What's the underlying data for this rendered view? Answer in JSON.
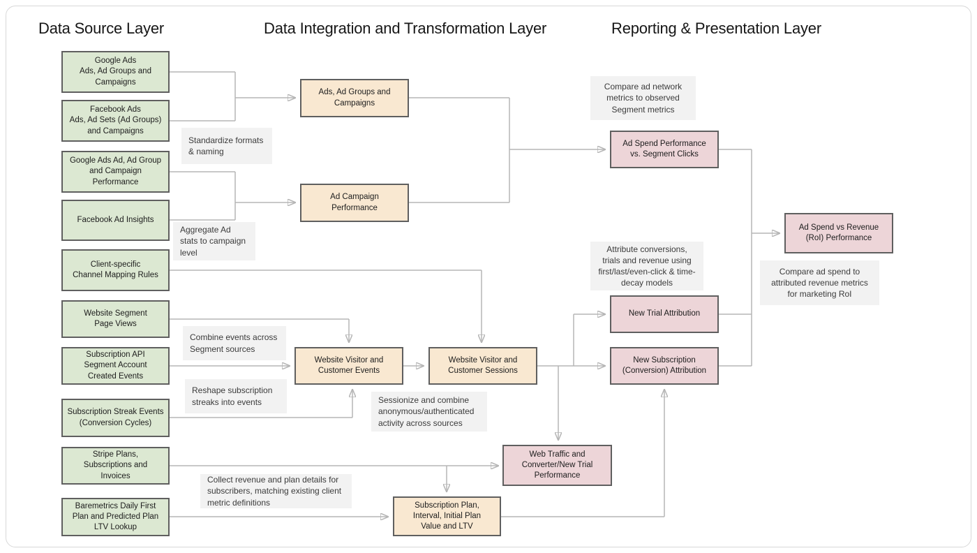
{
  "headers": {
    "source": "Data Source Layer",
    "integration": "Data Integration and Transformation Layer",
    "reporting": "Reporting & Presentation Layer"
  },
  "nodes": {
    "sources": [
      {
        "label": "Google Ads\nAds, Ad Groups and Campaigns"
      },
      {
        "label": "Facebook Ads\nAds, Ad Sets (Ad Groups) and Campaigns"
      },
      {
        "label": "Google Ads Ad, Ad Group and Campaign Performance"
      },
      {
        "label": "Facebook Ad Insights"
      },
      {
        "label": "Client-specific\nChannel Mapping Rules"
      },
      {
        "label": "Website Segment\nPage Views"
      },
      {
        "label": "Subscription API\nSegment Account\nCreated Events"
      },
      {
        "label": "Subscription Streak Events (Conversion Cycles)"
      },
      {
        "label": "Stripe Plans,\nSubscriptions and\nInvoices"
      },
      {
        "label": "Baremetrics Daily First Plan and Predicted Plan LTV Lookup"
      }
    ],
    "integration": [
      {
        "label": "Ads, Ad Groups and Campaigns"
      },
      {
        "label": "Ad Campaign\nPerformance"
      },
      {
        "label": "Website Visitor and Customer Events"
      },
      {
        "label": "Website Visitor and Customer Sessions"
      },
      {
        "label": "Subscription Plan,\nInterval, Initial Plan\nValue and LTV"
      }
    ],
    "reporting": [
      {
        "label": "Ad Spend Performance\nvs. Segment Clicks"
      },
      {
        "label": "New Trial Attribution"
      },
      {
        "label": "New Subscription\n(Conversion) Attribution"
      },
      {
        "label": "Web Traffic and\nConverter/New Trial\nPerformance"
      },
      {
        "label": "Ad Spend vs Revenue\n(RoI) Performance"
      }
    ]
  },
  "notes": [
    {
      "label": "Standardize formats & naming"
    },
    {
      "label": "Aggregate Ad stats to campaign level"
    },
    {
      "label": "Combine events across Segment sources"
    },
    {
      "label": "Reshape subscription streaks into events"
    },
    {
      "label": "Sessionize and combine anonymous/authenticated activity across sources"
    },
    {
      "label": "Collect revenue and plan details for subscribers, matching existing client metric definitions"
    },
    {
      "label": "Compare ad network metrics to observed Segment metrics"
    },
    {
      "label": "Attribute conversions, trials and revenue using first/last/even-click & time-decay models"
    },
    {
      "label": "Compare ad spend to attributed revenue metrics for marketing RoI"
    }
  ],
  "colors": {
    "source_fill": "#dce8d2",
    "integration_fill": "#f9e8d1",
    "reporting_fill": "#edd5d8",
    "node_border": "#5f5f5f",
    "note_fill": "#f2f2f2",
    "edge": "#b5b5b5",
    "canvas_border": "#d8d8d8"
  }
}
